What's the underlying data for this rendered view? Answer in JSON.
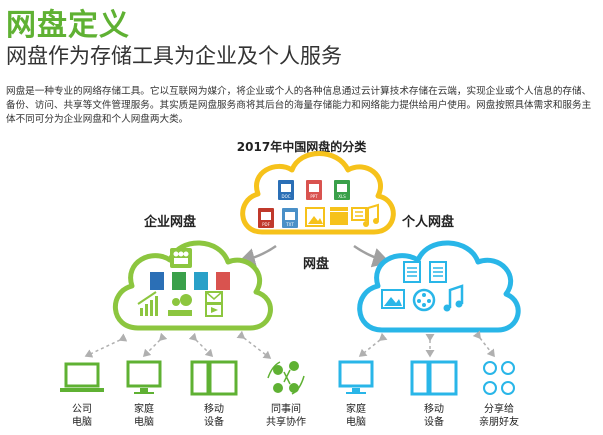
{
  "header": {
    "title": "网盘定义",
    "subtitle": "网盘作为存储工具为企业及个人服务"
  },
  "description": "网盘是一种专业的网络存储工具。它以互联网为媒介，将企业或个人的各种信息通过云计算技术存储在云端，实现企业或个人信息的存储、备份、访问、共享等文件管理服务。其实质是网盘服务商将其后台的海量存储能力和网络能力提供给用户使用。网盘按照具体需求和服务主体不同可分为企业网盘和个人网盘两大类。",
  "diagram": {
    "title": "2017年中国网盘的分类",
    "center_label": "网盘",
    "enterprise_label": "企业网盘",
    "personal_label": "个人网盘",
    "file_tags": [
      "DOC",
      "PPT",
      "XLS",
      "PDF",
      "TXT"
    ],
    "enterprise_devices": [
      {
        "line1": "公司",
        "line2": "电脑",
        "icon": "laptop-icon"
      },
      {
        "line1": "家庭",
        "line2": "电脑",
        "icon": "desktop-icon"
      },
      {
        "line1": "移动",
        "line2": "设备",
        "icon": "mobile-devices-icon"
      },
      {
        "line1": "同事间",
        "line2": "共享协作",
        "icon": "colleagues-icon"
      }
    ],
    "personal_devices": [
      {
        "line1": "家庭",
        "line2": "电脑",
        "icon": "desktop-icon"
      },
      {
        "line1": "移动",
        "line2": "设备",
        "icon": "mobile-devices-icon"
      },
      {
        "line1": "分享给",
        "line2": "亲朋好友",
        "icon": "friends-icon"
      }
    ],
    "colors": {
      "title_green": "#5fb133",
      "center_cloud": "#f6c21b",
      "enterprise_cloud": "#8cc63f",
      "personal_cloud": "#29b6e8",
      "arrow_gray": "#a0a0a0"
    }
  }
}
